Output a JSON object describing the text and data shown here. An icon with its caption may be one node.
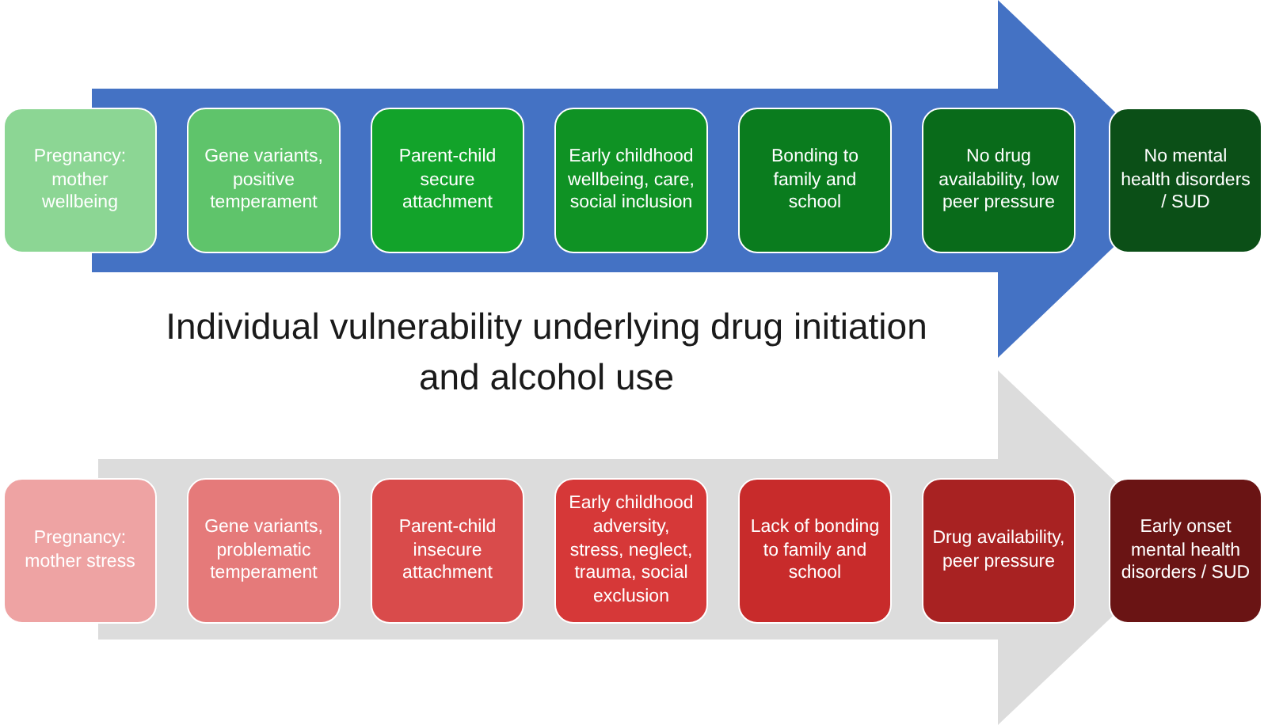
{
  "diagram": {
    "title": "Individual vulnerability underlying drug initiation and alcohol use",
    "nodes": [
      {
        "text": [
          "Pregnancy: mother wellbeing"
        ]
      },
      {
        "text": [
          "Gene variants, positive temperament"
        ]
      },
      {
        "text": [
          "Parent-child secure attachment"
        ]
      },
      {
        "text": [
          "Early childhood wellbeing, care, social inclusion"
        ]
      },
      {
        "text": [
          "Bonding to family and school"
        ]
      },
      {
        "text": [
          "No drug availability, low peer pressure"
        ]
      },
      {
        "text": [
          "No mental health disorders / SUD"
        ]
      },
      {
        "text": [
          "Pregnancy: mother stress"
        ]
      },
      {
        "text": [
          "Gene variants, problematic temperament"
        ]
      },
      {
        "text": [
          "Parent-child insecure attachment"
        ]
      },
      {
        "text": [
          "Early childhood adversity, stress, neglect, trauma, social exclusion"
        ]
      },
      {
        "text": [
          "Lack of bonding to family and school"
        ]
      },
      {
        "text": [
          "Drug availability, peer pressure"
        ]
      },
      {
        "text": [
          "Early onset mental health disorders / SUD"
        ]
      }
    ]
  }
}
